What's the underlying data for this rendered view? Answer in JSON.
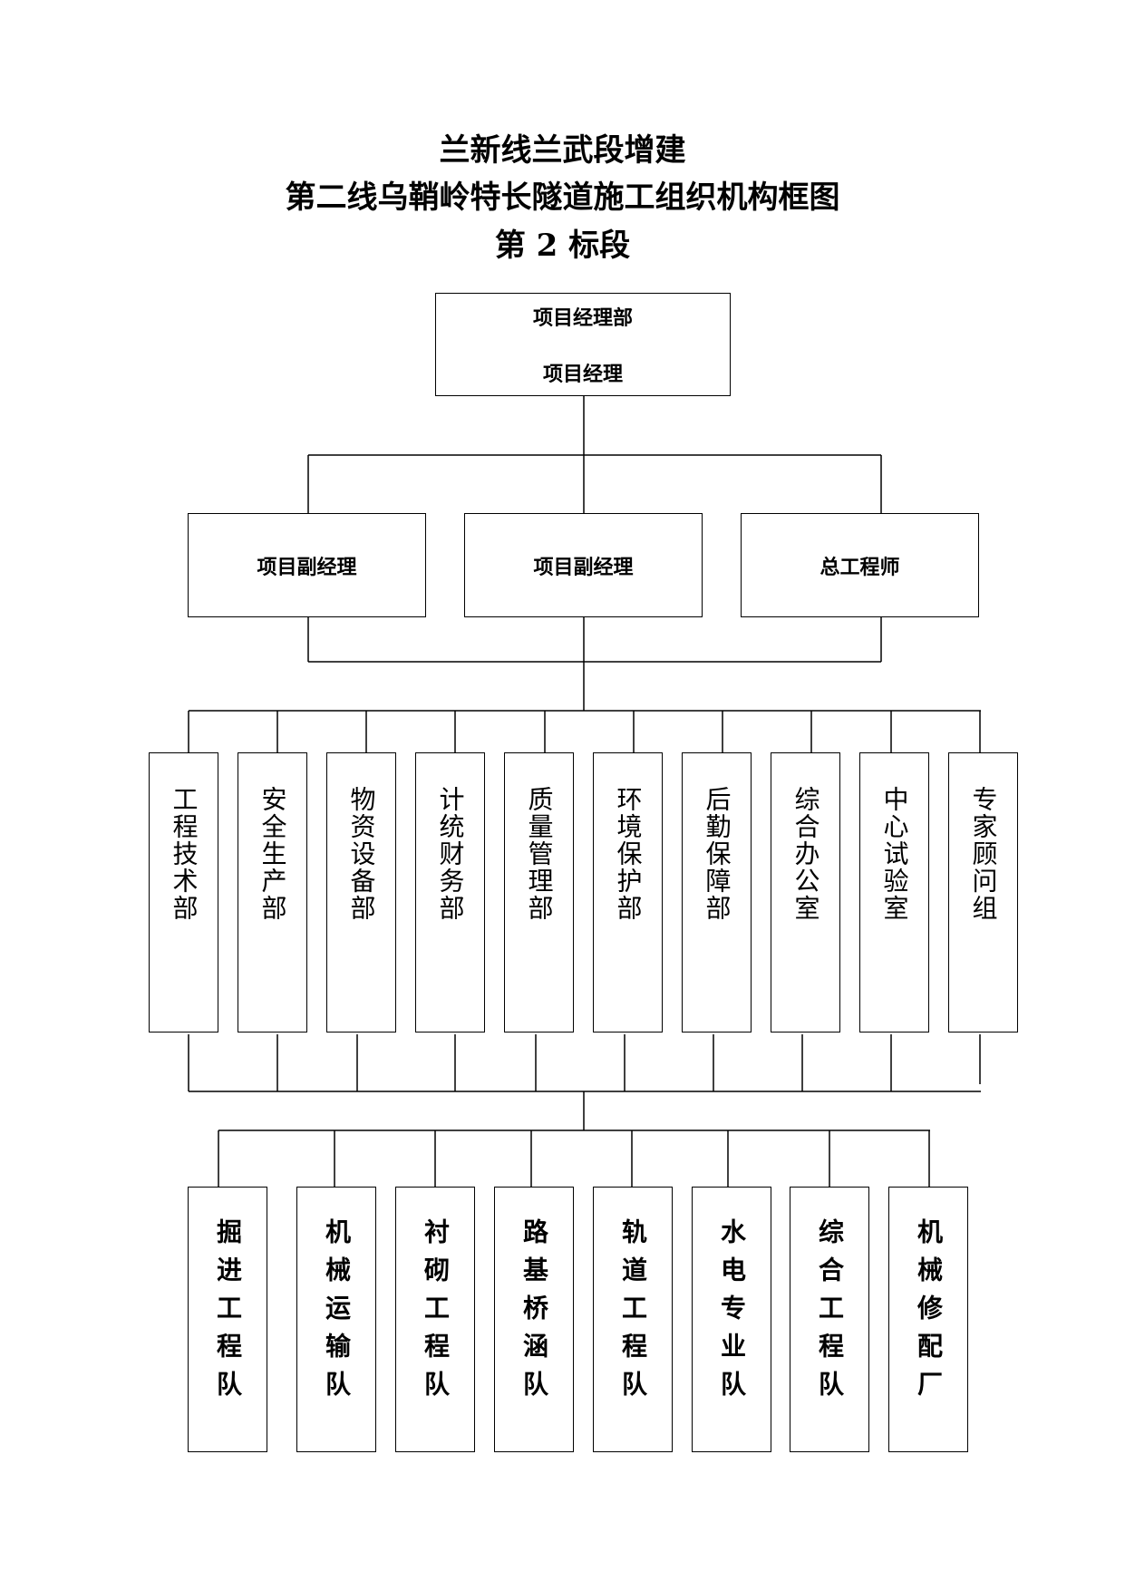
{
  "title": {
    "line1": "兰新线兰武段增建",
    "line2": "第二线乌鞘岭特长隧道施工组织机构框图",
    "line3": "第 2 标段"
  },
  "top_box": {
    "line1": "项目经理部",
    "line2": "项目经理"
  },
  "level2": [
    "项目副经理",
    "项目副经理",
    "总工程师"
  ],
  "departments": [
    "工程技术部",
    "安全生产部",
    "物资设备部",
    "计统财务部",
    "质量管理部",
    "环境保护部",
    "后勤保障部",
    "综合办公室",
    "中心试验室",
    "专家顾问组"
  ],
  "teams": [
    "掘进工程队",
    "机械运输队",
    "衬砌工程队",
    "路基桥涵队",
    "轨道工程队",
    "水电专业队",
    "综合工程队",
    "机械修配厂"
  ]
}
